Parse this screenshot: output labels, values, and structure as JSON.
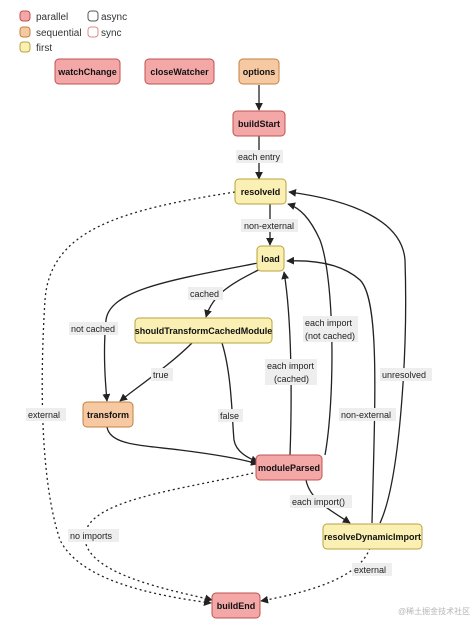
{
  "legend": {
    "parallel": "parallel",
    "async": "async",
    "sequential": "sequential",
    "sync": "sync",
    "first": "first"
  },
  "colors": {
    "parallel_fill": "#f4a7a7",
    "parallel_stroke": "#c05050",
    "sequential_fill": "#f7c9a2",
    "sequential_stroke": "#c0823f",
    "first_fill": "#fbf0b3",
    "first_stroke": "#b8a23c",
    "async_stroke": "#555555",
    "sync_stroke": "#d48c8c"
  },
  "nodes": {
    "watchChange": "watchChange",
    "closeWatcher": "closeWatcher",
    "options": "options",
    "buildStart": "buildStart",
    "resolveId": "resolveId",
    "load": "load",
    "shouldTransformCachedModule": "shouldTransformCachedModule",
    "transform": "transform",
    "moduleParsed": "moduleParsed",
    "resolveDynamicImport": "resolveDynamicImport",
    "buildEnd": "buildEnd"
  },
  "edge_labels": {
    "each_entry": "each entry",
    "non_external_1": "non-external",
    "cached": "cached",
    "not_cached": "not cached",
    "true": "true",
    "false": "false",
    "each_import_cached_1": "each import",
    "each_import_cached_2": "(cached)",
    "each_import_not_cached_1": "each import",
    "each_import_not_cached_2": "(not cached)",
    "non_external_2": "non-external",
    "unresolved": "unresolved",
    "external_left": "external",
    "each_import_dyn": "each import()",
    "no_imports": "no imports",
    "external_bottom": "external"
  },
  "watermark": "@稀土掘金技术社区"
}
